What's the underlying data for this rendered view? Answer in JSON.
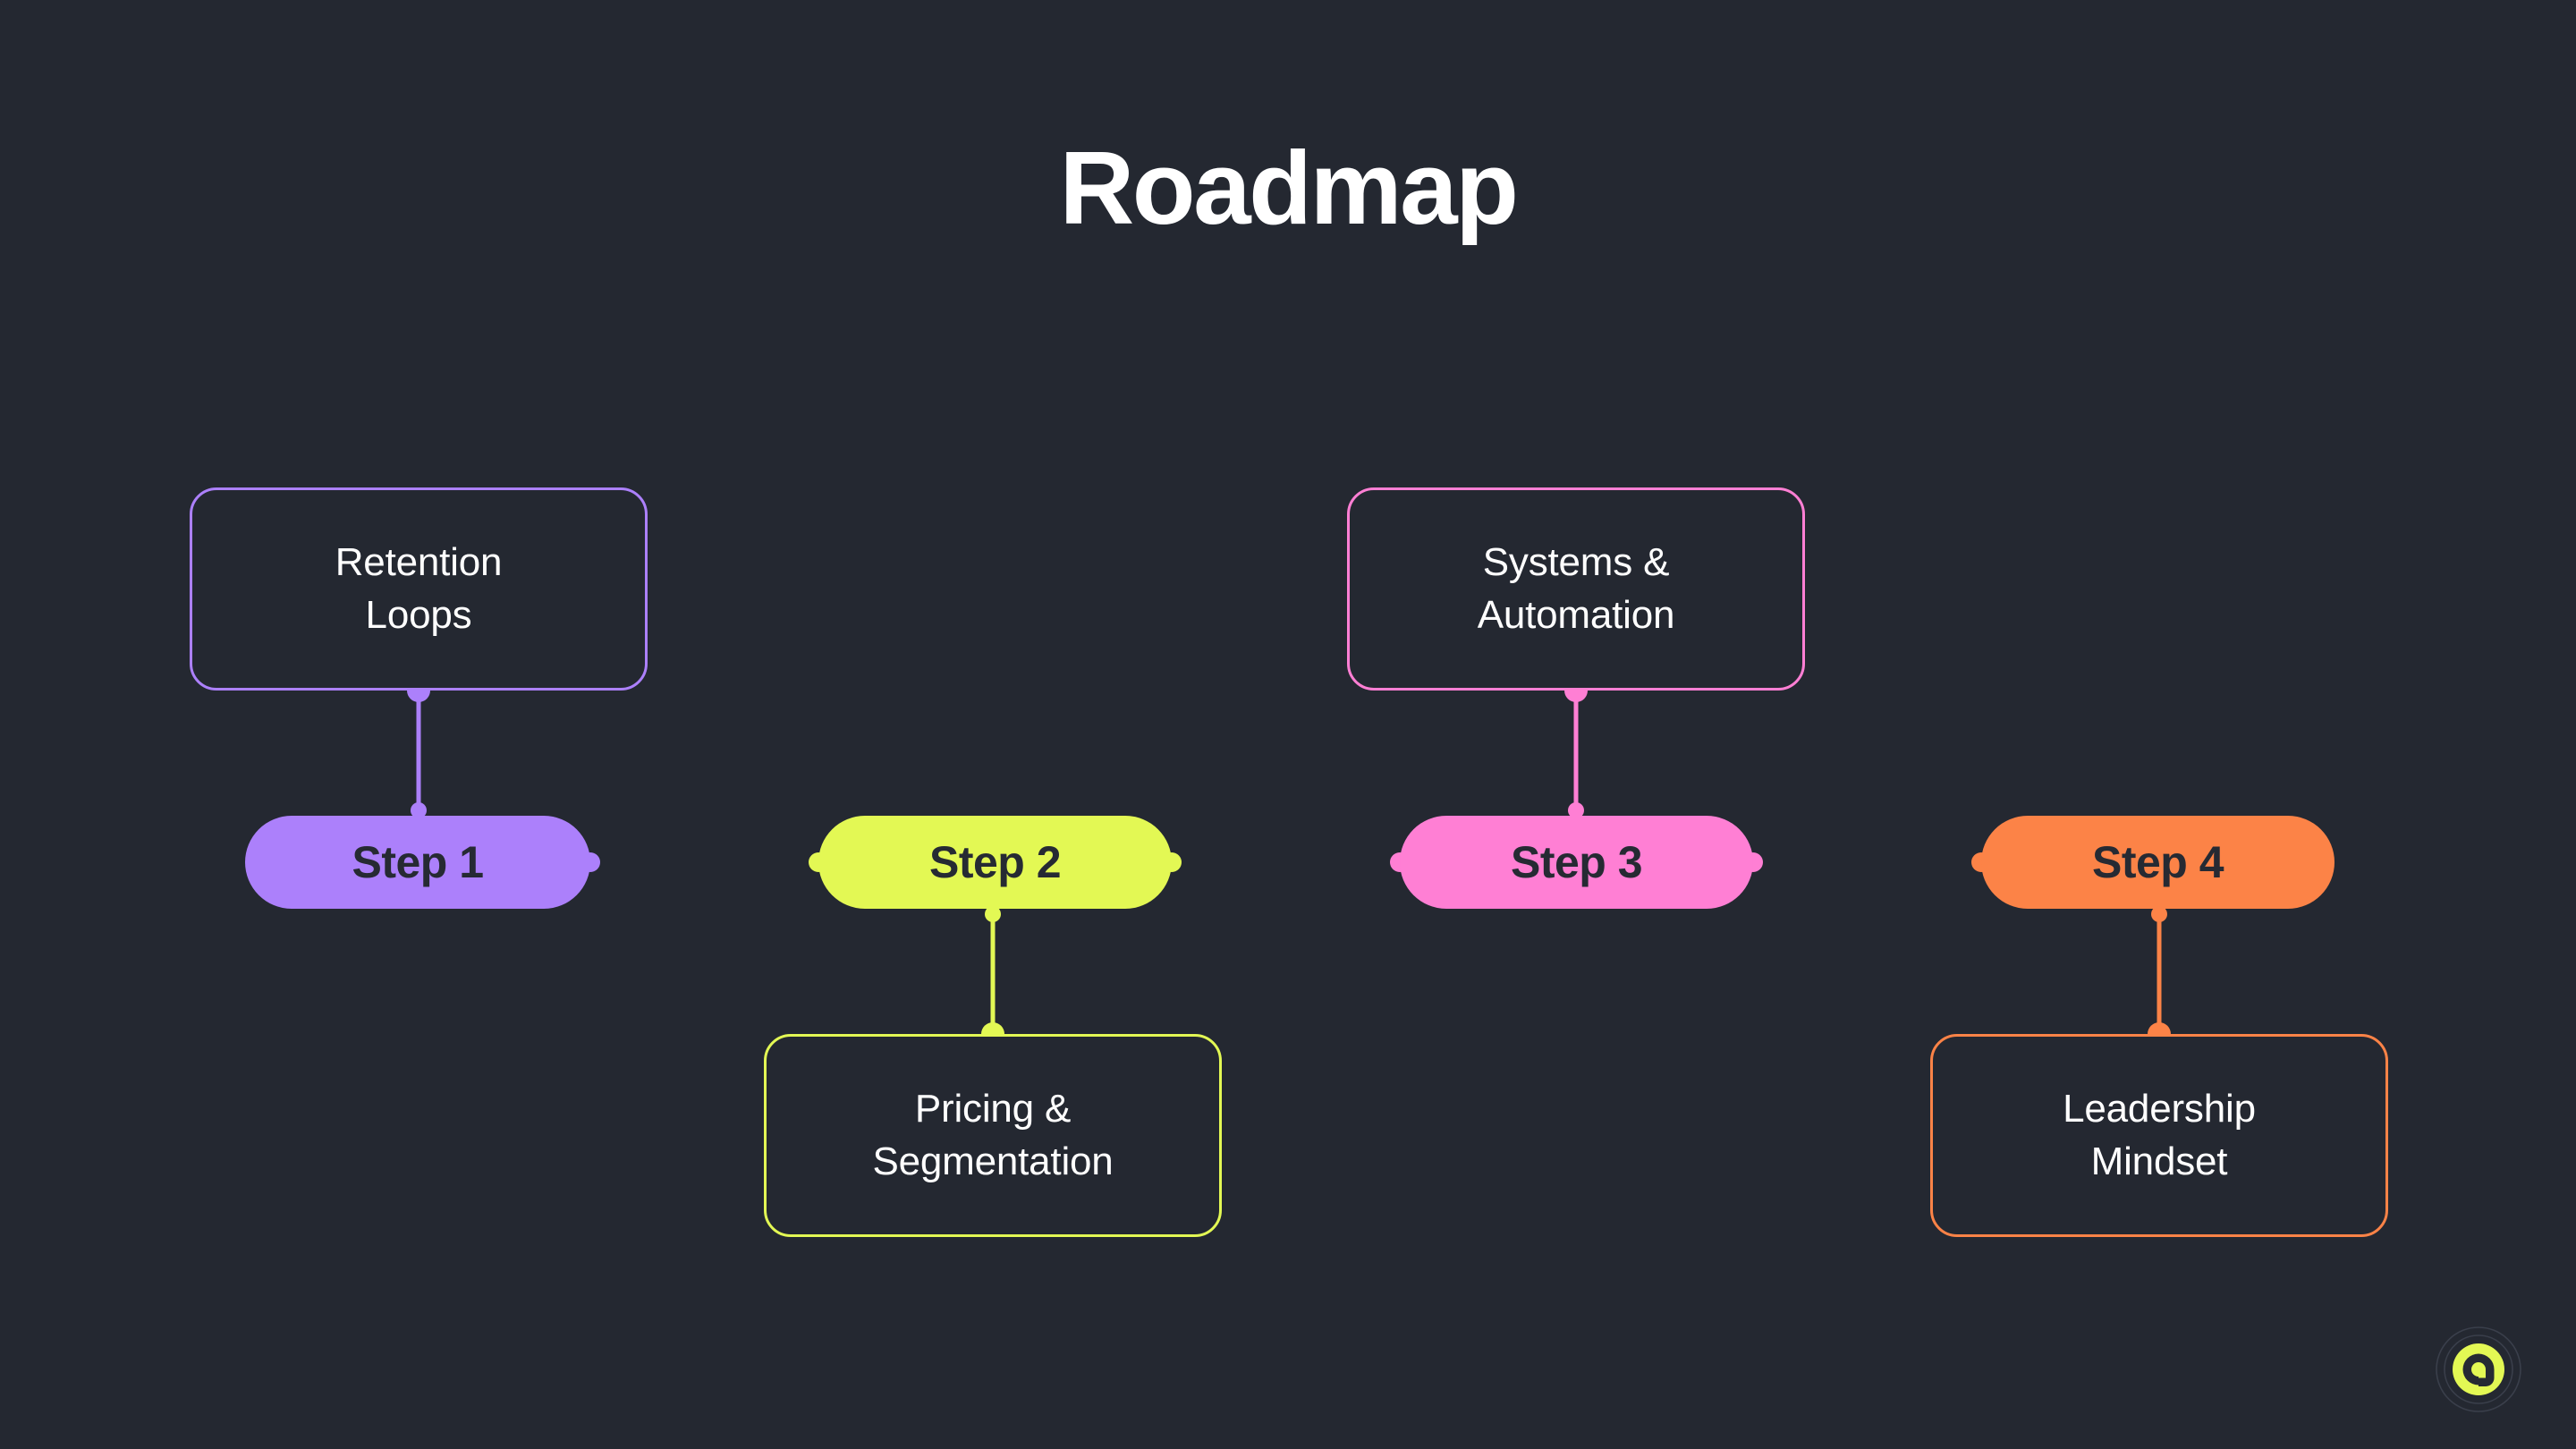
{
  "slide": {
    "title": "Roadmap",
    "background_color": "#242831",
    "title_color": "#FFFFFF"
  },
  "diagram": {
    "type": "roadmap-flow",
    "orientation": "horizontal",
    "steps": [
      {
        "id": "step-1",
        "label": "Step 1",
        "color": "#AC80FB",
        "text_color": "#262A33",
        "branch_label": "Retention Loops",
        "branch_line1": "Retention",
        "branch_line2": "Loops",
        "branch_direction": "up"
      },
      {
        "id": "step-2",
        "label": "Step 2",
        "color": "#E3F854",
        "text_color": "#262A33",
        "branch_label": "Pricing & Segmentation",
        "branch_line1": "Pricing &",
        "branch_line2": "Segmentation",
        "branch_direction": "down"
      },
      {
        "id": "step-3",
        "label": "Step 3",
        "color": "#FF7FD4",
        "text_color": "#262A33",
        "branch_label": "Systems & Automation",
        "branch_line1": "Systems &",
        "branch_line2": "Automation",
        "branch_direction": "up"
      },
      {
        "id": "step-4",
        "label": "Step 4",
        "color": "#FC8347",
        "text_color": "#262A33",
        "branch_label": "Leadership Mindset",
        "branch_line1": "Leadership",
        "branch_line2": "Mindset",
        "branch_direction": "down"
      }
    ],
    "connections": [
      {
        "from": "step-1",
        "to": "step-2",
        "from_color": "#AC80FB",
        "to_color": "#E3F854"
      },
      {
        "from": "step-2",
        "to": "step-3",
        "from_color": "#E3F854",
        "to_color": "#FF7FD4"
      },
      {
        "from": "step-3",
        "to": "step-4",
        "from_color": "#FF7FD4",
        "to_color": "#FC8347"
      }
    ]
  },
  "logo": {
    "name": "brand-logo",
    "glyph": "Q",
    "disc_color": "#E3F854",
    "glyph_color": "#262A33",
    "ring_color": "#3A3F4B"
  }
}
